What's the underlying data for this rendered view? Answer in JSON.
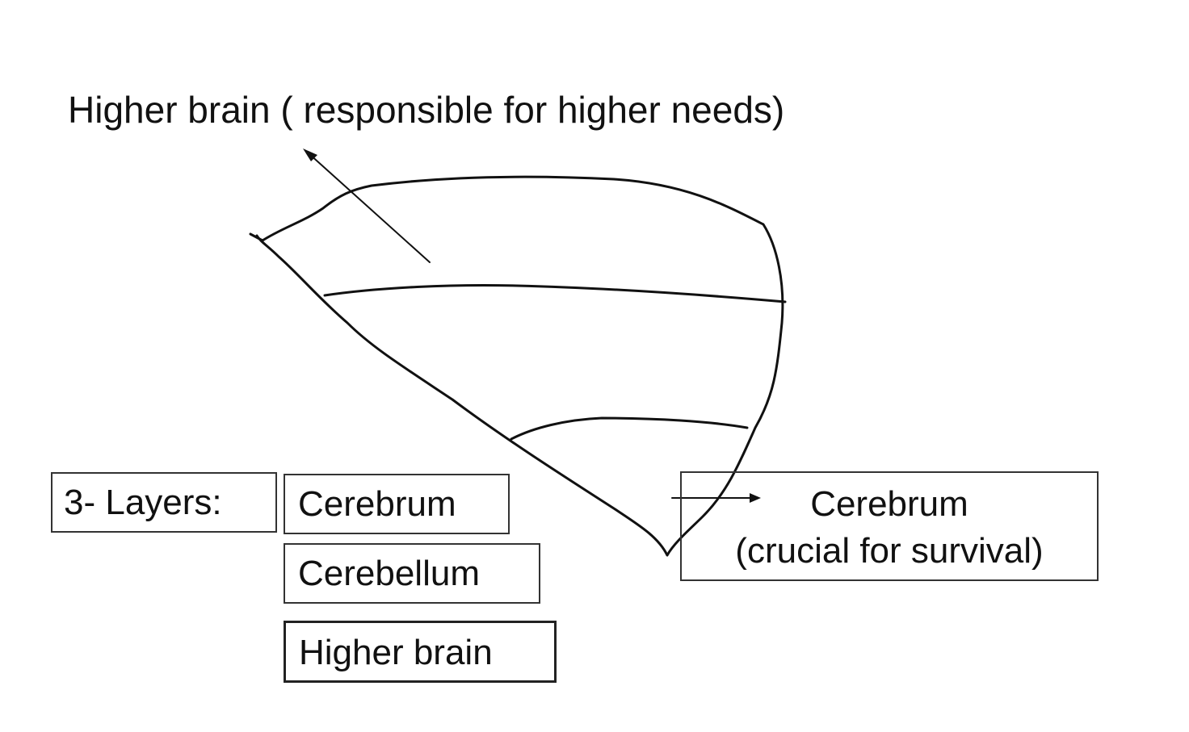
{
  "title": "Higher brain ( responsible for higher needs)",
  "layers_label": "3- Layers:",
  "layers": [
    {
      "label": "Cerebrum"
    },
    {
      "label": "Cerebellum"
    },
    {
      "label": "Higher brain"
    }
  ],
  "callout": {
    "line1": "Cerebrum",
    "line2": "(crucial for survival)"
  }
}
